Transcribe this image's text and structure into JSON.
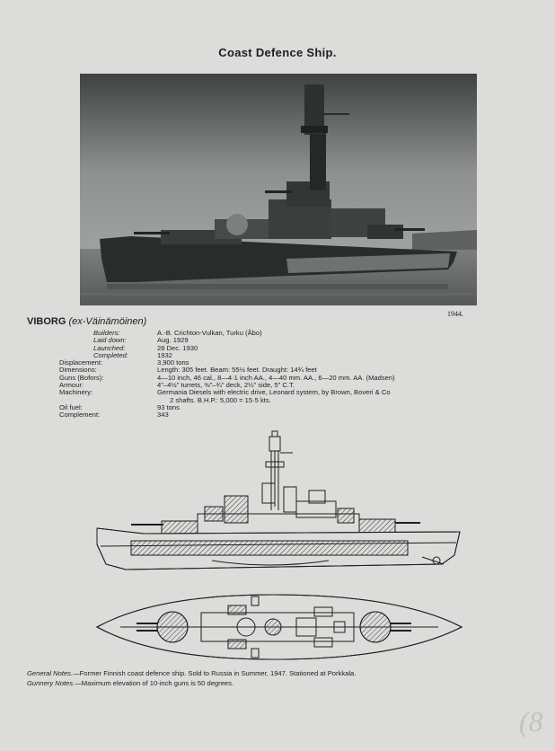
{
  "title": "Coast Defence Ship.",
  "photo_caption": "1944.",
  "ship": {
    "name": "VIBORG",
    "former_name": "(ex-Väinämöinen)"
  },
  "specs": [
    {
      "label": "Builders:",
      "value": "A.-B. Crichton-Vulkan, Turku (Åbo)",
      "sub": true
    },
    {
      "label": "Laid down:",
      "value": "Aug. 1929",
      "sub": true
    },
    {
      "label": "Launched:",
      "value": "28 Dec. 1930",
      "sub": true
    },
    {
      "label": "Completed:",
      "value": "1932",
      "sub": true
    },
    {
      "label": "Displacement:",
      "value": "3,900 tons",
      "sub": false
    },
    {
      "label": "Dimensions:",
      "value": "Length: 305 feet.   Beam: 55½ feet.   Draught: 14¾ feet",
      "sub": false
    },
    {
      "label": "Guns (Bofors):",
      "value": "4—10 inch, 46 cal., 8—4·1 inch AA., 4—40 mm. AA., 6—20 mm. AA. (Madsen)",
      "sub": false
    },
    {
      "label": "Armour:",
      "value": "4\"–4½\" turrets, ⅜\"–¾\" deck, 2¼\" side, 5\" C.T.",
      "sub": false
    },
    {
      "label": "Machinery:",
      "value": "Germania Diesels with electric drive, Leonard system, by Brown, Boveri & Co",
      "sub": false
    },
    {
      "label": "",
      "value": "2 shafts.  B.H.P.: 5,000 = 15·5 kts.",
      "sub": false,
      "indent": true
    },
    {
      "label": "Oil fuel:",
      "value": "93 tons",
      "sub": false
    },
    {
      "label": "Complement:",
      "value": "343",
      "sub": false
    }
  ],
  "notes": {
    "general_label": "General Notes.",
    "general_text": "—Former Finnish coast defence ship.  Sold to Russia in Summer, 1947.  Stationed at Porkkala.",
    "gunnery_label": "Gunnery Notes.",
    "gunnery_text": "—Maximum elevation of 10-inch guns is 50 degrees."
  },
  "page_mark": "(8"
}
